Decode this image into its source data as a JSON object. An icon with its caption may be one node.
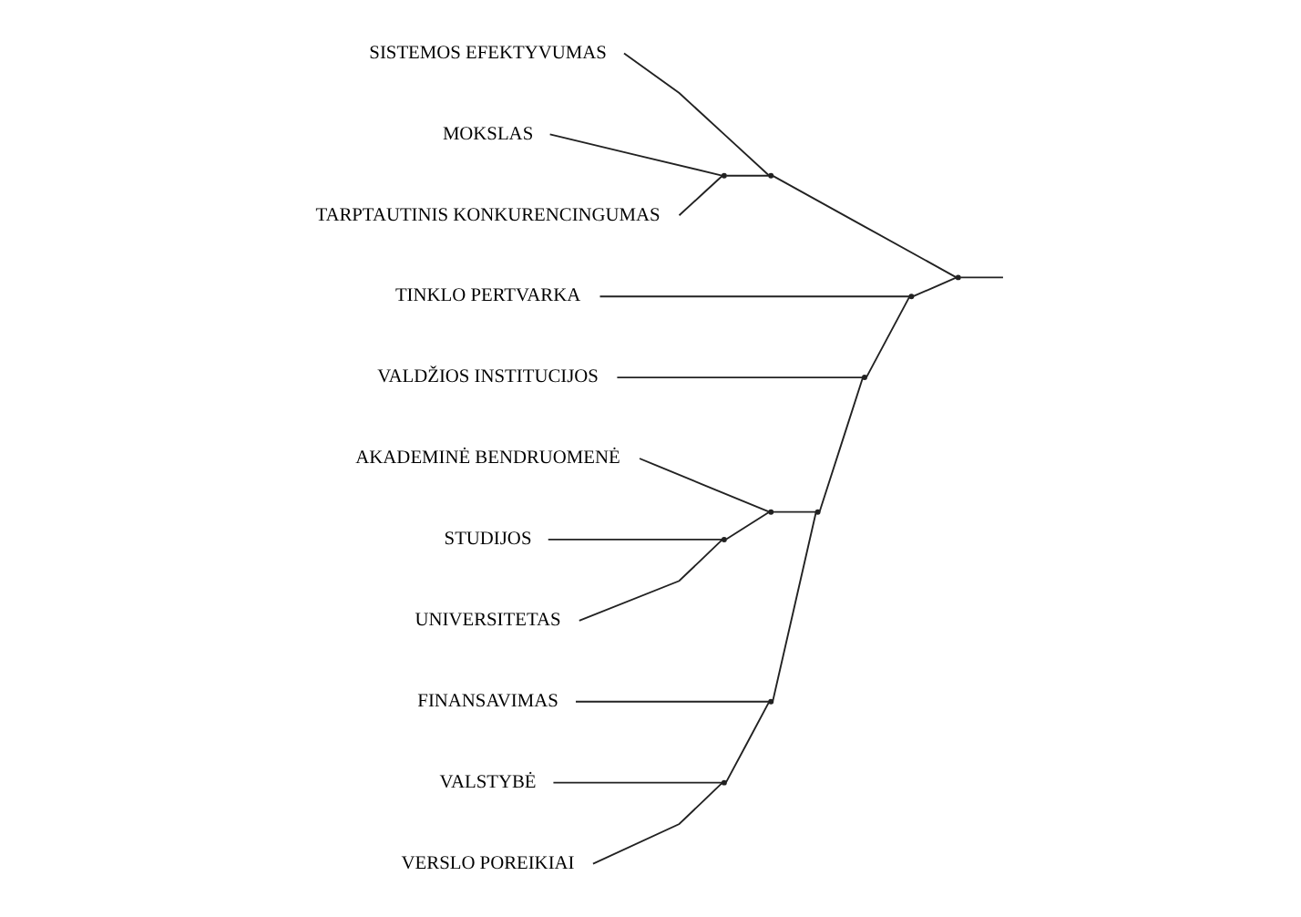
{
  "diagram": {
    "nodes": [
      {
        "text": [
          "SISTEMOS EFEKTYVUMAS"
        ]
      },
      {
        "text": [
          "MOKSLAS"
        ]
      },
      {
        "text": [
          "TARPTAUTINIS KONKURENCINGUMAS"
        ]
      },
      {
        "text": [
          "TINKLO PERTVARKA"
        ]
      },
      {
        "text": [
          "VALDŽIOS INSTITUCIJOS"
        ]
      },
      {
        "text": [
          "AKADEMINĖ BENDRUOMENĖ"
        ]
      },
      {
        "text": [
          "STUDIJOS"
        ]
      },
      {
        "text": [
          "UNIVERSITETAS"
        ]
      },
      {
        "text": [
          "FINANSAVIMAS"
        ]
      },
      {
        "text": [
          "VALSTYBĖ"
        ]
      },
      {
        "text": [
          "VERSLO POREIKIAI"
        ]
      },
      {
        "text": [],
        "shape": "point"
      },
      {
        "text": [],
        "shape": "point"
      },
      {
        "text": [],
        "shape": "point"
      },
      {
        "text": [],
        "shape": "point"
      },
      {
        "text": [],
        "shape": "point"
      },
      {
        "text": [],
        "shape": "point"
      },
      {
        "text": [],
        "shape": "point"
      },
      {
        "text": [],
        "shape": "point"
      },
      {
        "text": [],
        "shape": "point"
      },
      {
        "text": [],
        "shape": "point"
      }
    ],
    "edges": [
      {
        "from": 6,
        "to": 11,
        "arrow": "none"
      },
      {
        "from": 7,
        "to": 11,
        "arrow": "none"
      },
      {
        "from": 5,
        "to": 12,
        "arrow": "none"
      },
      {
        "from": 11,
        "to": 12,
        "arrow": "none"
      },
      {
        "from": 9,
        "to": 13,
        "arrow": "none"
      },
      {
        "from": 10,
        "to": 13,
        "arrow": "none"
      },
      {
        "from": 8,
        "to": 14,
        "arrow": "none"
      },
      {
        "from": 13,
        "to": 14,
        "arrow": "none"
      },
      {
        "from": 12,
        "to": 15,
        "arrow": "none"
      },
      {
        "from": 14,
        "to": 15,
        "arrow": "none"
      },
      {
        "from": 4,
        "to": 16,
        "arrow": "none"
      },
      {
        "from": 15,
        "to": 16,
        "arrow": "none"
      },
      {
        "from": 1,
        "to": 17,
        "arrow": "none"
      },
      {
        "from": 2,
        "to": 17,
        "arrow": "none"
      },
      {
        "from": 3,
        "to": 18,
        "arrow": "none"
      },
      {
        "from": 16,
        "to": 18,
        "arrow": "none"
      },
      {
        "from": 0,
        "to": 19,
        "arrow": "none"
      },
      {
        "from": 17,
        "to": 19,
        "arrow": "none"
      },
      {
        "from": 19,
        "to": 20,
        "arrow": "none"
      },
      {
        "from": 18,
        "to": 20,
        "arrow": "none"
      },
      {
        "from": 20,
        "to": null,
        "arrow": "none"
      }
    ]
  }
}
